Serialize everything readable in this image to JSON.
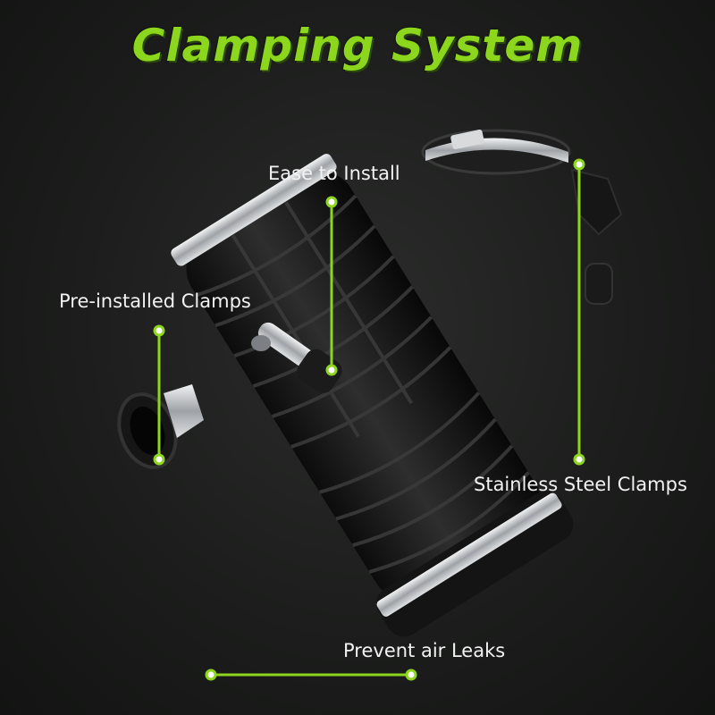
{
  "title": "Clamping System",
  "callouts": {
    "ease_install": "Ease to Install",
    "pre_installed": "Pre-installed Clamps",
    "stainless": "Stainless Steel Clamps",
    "prevent_leaks": "Prevent air Leaks"
  },
  "colors": {
    "accent": "#8dd61e",
    "background": "#1c1d1c",
    "rubber": "#1a1a1a",
    "steel": "#c9cccf"
  }
}
